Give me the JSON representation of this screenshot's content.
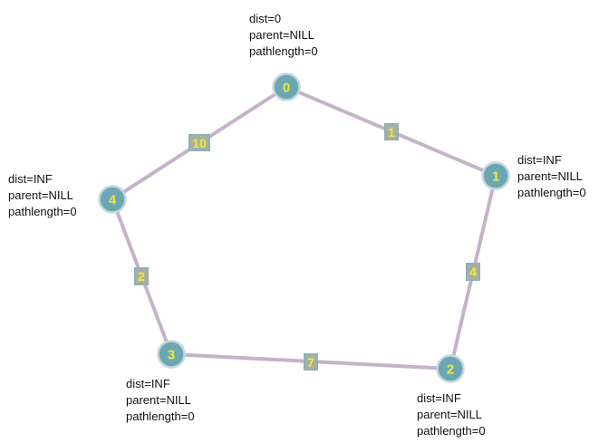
{
  "nodes": [
    {
      "id": "0",
      "dist_text": "dist=0",
      "parent_text": "parent=NILL",
      "pathlength_text": "pathlength=0",
      "color": "#6ba7b3"
    },
    {
      "id": "1",
      "dist_text": "dist=INF",
      "parent_text": "parent=NILL",
      "pathlength_text": "pathlength=0",
      "color": "#6ba7b3"
    },
    {
      "id": "2",
      "dist_text": "dist=INF",
      "parent_text": "parent=NILL",
      "pathlength_text": "pathlength=0",
      "color": "#6ba7b3"
    },
    {
      "id": "3",
      "dist_text": "dist=INF",
      "parent_text": "parent=NILL",
      "pathlength_text": "pathlength=0",
      "color": "#6ba7b3"
    },
    {
      "id": "4",
      "dist_text": "dist=INF",
      "parent_text": "parent=NILL",
      "pathlength_text": "pathlength=0",
      "color": "#6ba7b3"
    }
  ],
  "edges": [
    {
      "from": "0",
      "to": "1",
      "weight": "1"
    },
    {
      "from": "1",
      "to": "2",
      "weight": "4"
    },
    {
      "from": "2",
      "to": "3",
      "weight": "7"
    },
    {
      "from": "3",
      "to": "4",
      "weight": "2"
    },
    {
      "from": "4",
      "to": "0",
      "weight": "10"
    }
  ],
  "colors": {
    "node_fill": "#6ba7b3",
    "node_label": "#f2ea3a",
    "edge": "#c4b3c8",
    "weight_box": "#a8b0a0"
  }
}
